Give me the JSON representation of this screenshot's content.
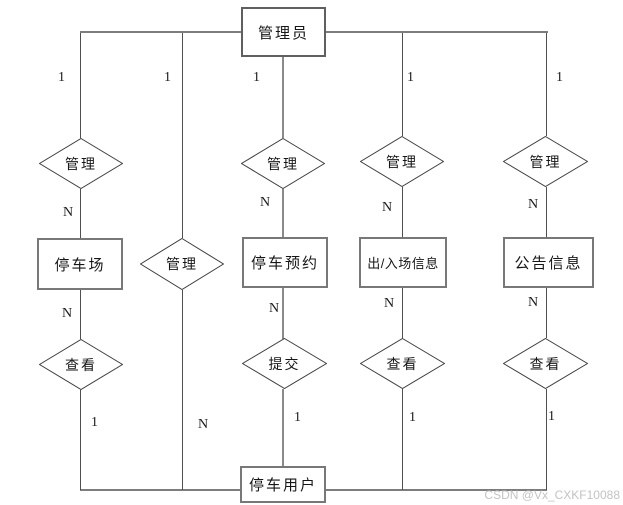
{
  "entities": {
    "admin": "管理员",
    "parking_lot": "停车场",
    "reservation": "停车预约",
    "entry_exit_info": "出/入场信息",
    "announcement": "公告信息",
    "parking_user": "停车用户"
  },
  "relationships": {
    "manage_parking_lot": "管理",
    "manage_user": "管理",
    "manage_reservation": "管理",
    "manage_entry_exit": "管理",
    "manage_announcement": "管理",
    "view_parking_lot": "查看",
    "submit_reservation": "提交",
    "view_entry_exit": "查看",
    "view_announcement": "查看"
  },
  "cardinalities": {
    "admin_to_manage_parking": "1",
    "admin_to_manage_user": "1",
    "admin_to_manage_reservation": "1",
    "admin_to_manage_entry": "1",
    "admin_to_manage_announcement": "1",
    "manage_to_parking_lot": "N",
    "manage_to_reservation": "N",
    "manage_to_entry": "N",
    "manage_to_announcement": "N",
    "parking_lot_to_view": "N",
    "reservation_to_submit": "N",
    "entry_to_view": "N",
    "announcement_to_view": "N",
    "view_parking_to_user": "1",
    "manage_user_to_user": "N",
    "submit_to_user": "1",
    "view_entry_to_user": "1",
    "view_announcement_to_user": "1"
  },
  "watermark": "CSDN @Vx_CXKF10088"
}
